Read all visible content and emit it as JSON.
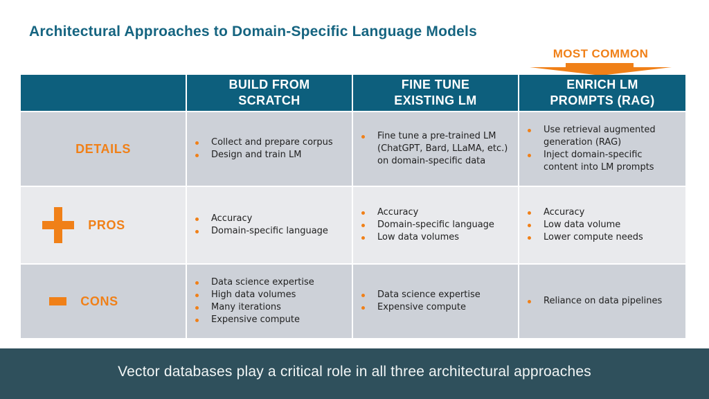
{
  "title": "Architectural Approaches to Domain-Specific Language Models",
  "callout": {
    "label": "MOST COMMON"
  },
  "colors": {
    "accent_orange": "#F08018",
    "header_teal": "#0D5F7D",
    "title_teal": "#156480",
    "footer_teal": "#2F505C",
    "row_gray_dark": "#CDD1D8",
    "row_gray_light": "#E9EAED",
    "body_text": "#212121"
  },
  "table": {
    "columns": [
      {
        "title": "BUILD FROM\nSCRATCH"
      },
      {
        "title": "FINE TUNE\nEXISTING LM"
      },
      {
        "title": "ENRICH LM\nPROMPTS (RAG)"
      }
    ],
    "rows": [
      {
        "label": "DETAILS",
        "icon": null,
        "cells": [
          [
            "Collect and prepare corpus",
            "Design and train LM"
          ],
          [
            "Fine tune a pre-trained LM (ChatGPT, Bard, LLaMA, etc.) on domain-specific data"
          ],
          [
            "Use retrieval augmented generation (RAG)",
            "Inject domain-specific content into LM prompts"
          ]
        ]
      },
      {
        "label": "PROS",
        "icon": "plus-icon",
        "cells": [
          [
            "Accuracy",
            "Domain-specific language"
          ],
          [
            "Accuracy",
            "Domain-specific language",
            "Low data volumes"
          ],
          [
            "Accuracy",
            "Low data volume",
            "Lower compute needs"
          ]
        ]
      },
      {
        "label": "CONS",
        "icon": "minus-icon",
        "cells": [
          [
            "Data science expertise",
            "High data volumes",
            "Many iterations",
            "Expensive compute"
          ],
          [
            "Data science expertise",
            "Expensive compute"
          ],
          [
            "Reliance on data pipelines"
          ]
        ]
      }
    ]
  },
  "footer": {
    "text": "Vector databases play a critical role in all three architectural approaches"
  }
}
